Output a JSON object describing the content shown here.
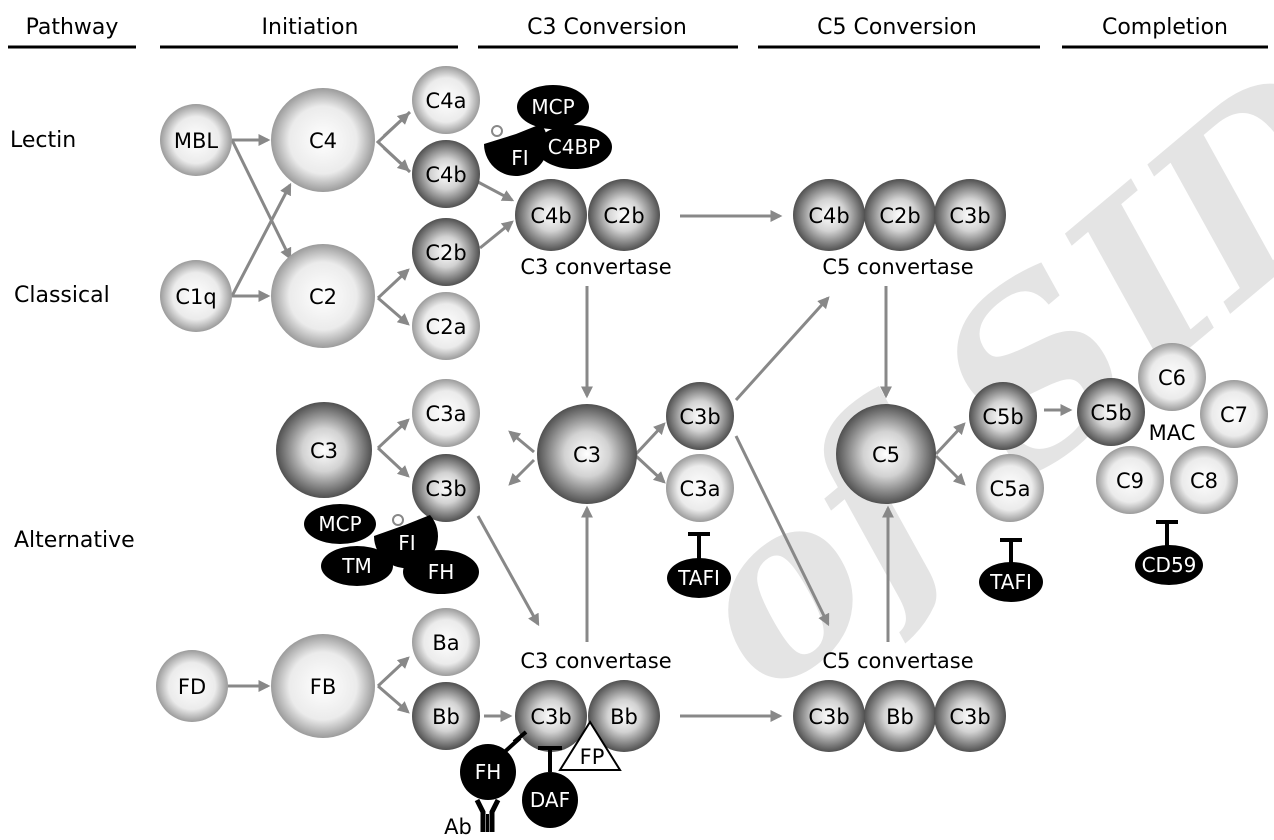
{
  "headers": {
    "pathway": "Pathway",
    "initiation": "Initiation",
    "c3_conversion": "C3 Conversion",
    "c5_conversion": "C5 Conversion",
    "completion": "Completion"
  },
  "rows": {
    "lectin": "Lectin",
    "classical": "Classical",
    "alternative": "Alternative"
  },
  "nodes": {
    "mbl": "MBL",
    "c1q": "C1q",
    "c4": "C4",
    "c2": "C2",
    "c4a": "C4a",
    "c4b": "C4b",
    "c2b": "C2b",
    "c2a": "C2a",
    "cc_c4b": "C4b",
    "cc_c2b": "C2b",
    "c5c_c4b": "C4b",
    "c5c_c2b": "C2b",
    "c5c_c3b": "C3b",
    "alt_c3": "C3",
    "alt_c3a": "C3a",
    "alt_c3b": "C3b",
    "c3_center": "C3",
    "c3b_right": "C3b",
    "c3a_right": "C3a",
    "c5": "C5",
    "c5b": "C5b",
    "c5a": "C5a",
    "fd": "FD",
    "fb": "FB",
    "ba": "Ba",
    "bb": "Bb",
    "ac3_c3b": "C3b",
    "ac3_bb": "Bb",
    "ac5_c3b1": "C3b",
    "ac5_bb": "Bb",
    "ac5_c3b2": "C3b",
    "mac_c5b": "C5b",
    "mac_c6": "C6",
    "mac_c7": "C7",
    "mac_c8": "C8",
    "mac_c9": "C9",
    "mac_label": "MAC"
  },
  "regulators": {
    "mcp_top": "MCP",
    "fi_top": "FI",
    "c4bp": "C4BP",
    "mcp_alt": "MCP",
    "fi_alt": "FI",
    "tm": "TM",
    "fh_alt": "FH",
    "tafi_c3a": "TAFI",
    "tafi_c5a": "TAFI",
    "cd59": "CD59",
    "fh_bottom": "FH",
    "daf": "DAF",
    "fp": "FP",
    "ab": "Ab"
  },
  "labels": {
    "c3_convertase_classical": "C3 convertase",
    "c5_convertase_classical": "C5 convertase",
    "c3_convertase_alternative": "C3 convertase",
    "c5_convertase_alternative": "C5 convertase"
  },
  "watermark": "of SID",
  "colors": {
    "arrow": "#888888",
    "regulator": "#000000",
    "watermark": "#e2e2e2"
  }
}
